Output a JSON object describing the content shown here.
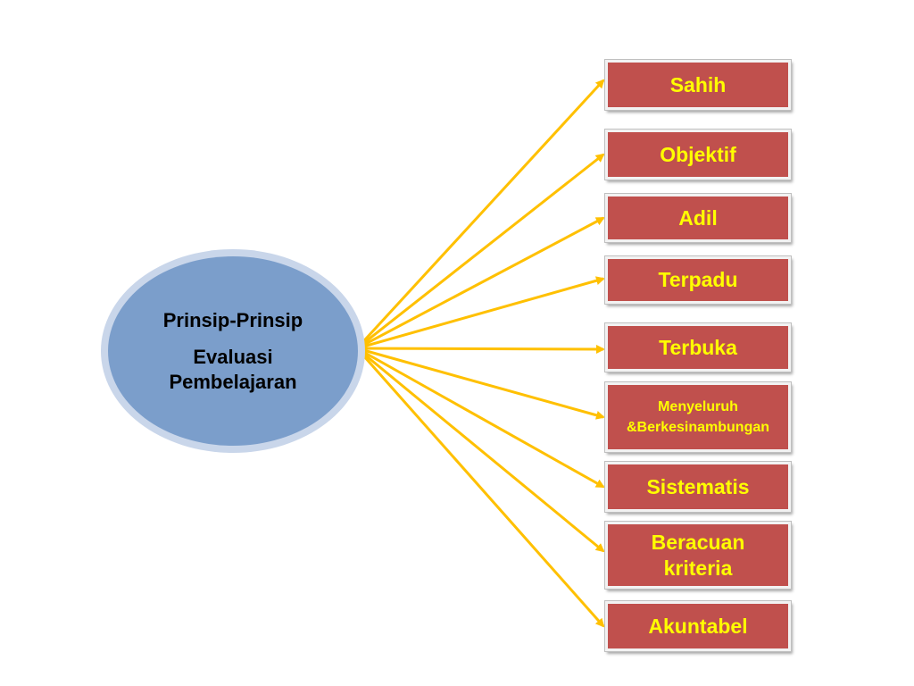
{
  "center": {
    "line1": "Prinsip-Prinsip",
    "line2": "Evaluasi",
    "line3": "Pembelajaran"
  },
  "principles": [
    {
      "label": "Sahih"
    },
    {
      "label": "Objektif"
    },
    {
      "label": "Adil"
    },
    {
      "label": "Terpadu"
    },
    {
      "label": "Terbuka"
    },
    {
      "label_line1": "Menyeluruh",
      "label_line2": "&Berkesinambungan"
    },
    {
      "label": "Sistematis"
    },
    {
      "label_line1": "Beracuan",
      "label_line2": "kriteria"
    },
    {
      "label": "Akuntabel"
    }
  ],
  "colors": {
    "ellipse_fill": "#7b9ecb",
    "ellipse_ring": "#c9d6ea",
    "box_fill": "#c0504d",
    "box_text": "#ffff00",
    "arrow": "#ffc000"
  }
}
